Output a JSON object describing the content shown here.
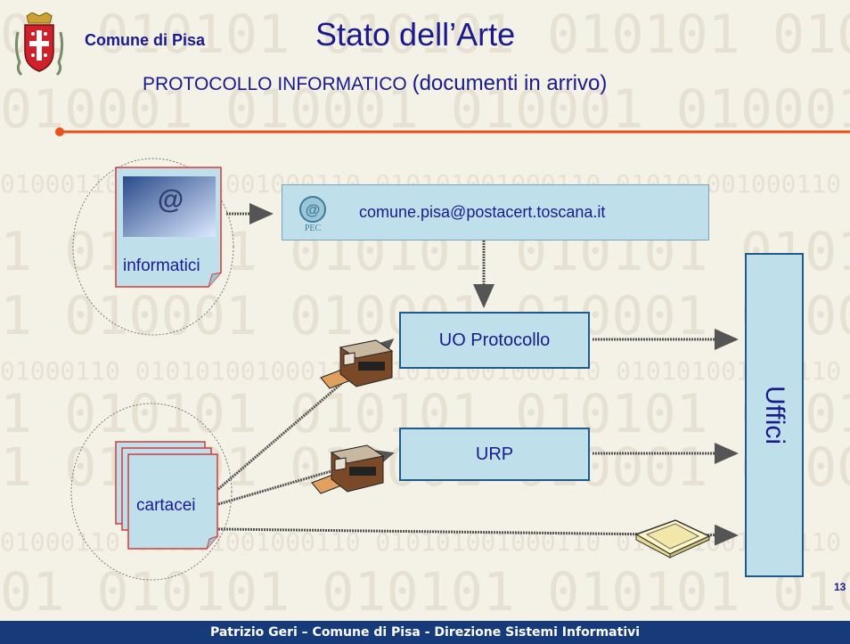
{
  "header": {
    "org_name": "Comune di Pisa",
    "title": "Stato dell’Arte",
    "subtitle_main": "PROTOCOLLO INFORMATICO",
    "subtitle_paren": "(documenti in arrivo)"
  },
  "background": {
    "rows": [
      "01 010101 010101 010101 010101 010101",
      "010001 010001 010001 010001 010001",
      "01000110 010101001000110 010101001000110 010101001000110 0101010",
      "1 010101 010101 010101 010101 010101",
      "1 010001 010001 010001 010001 010001",
      "01000110 010101001000110 010101001000110 010101001000110 0101010",
      "1 010101 010101 010101 010101 010101",
      "1 010001 010001 010001 010001 010001",
      "01000110 010101001000110 010101001000110 010101001000110 0101010",
      "01 010101 010101 010101 010101 010101"
    ]
  },
  "diagram": {
    "informatici_label": "informatici",
    "cartacei_label": "cartacei",
    "pec_email": "comune.pisa@postacert.toscana.it",
    "pec_icon_text": "PEC",
    "at_icon_text": "@",
    "uo_protocollo": "UO Protocollo",
    "urp": "URP",
    "uffici": "Uffici"
  },
  "footer": {
    "text": "Patrizio Geri – Comune di Pisa - Direzione Sistemi Informativi",
    "page_number": "13"
  },
  "colors": {
    "accent_line": "#e8501c",
    "title_blue": "#1a1a8e",
    "box_fill": "#bfe0ea",
    "box_border": "#1f5b8a",
    "footer_bg": "#163a7a",
    "paper_border": "#d23a3a"
  }
}
